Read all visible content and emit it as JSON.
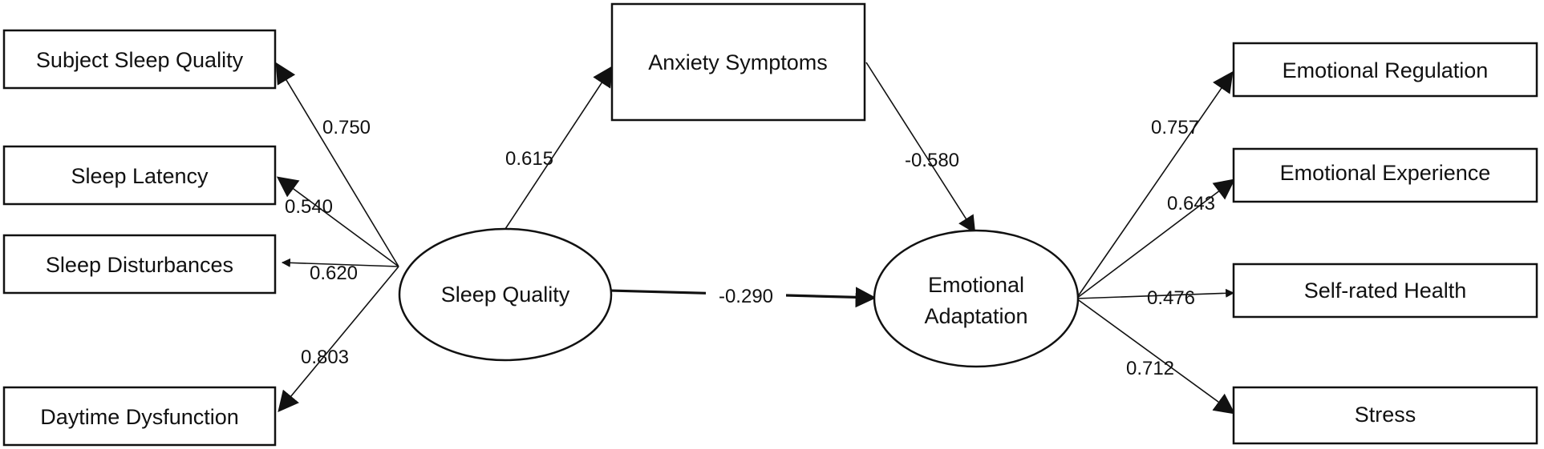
{
  "nodes": {
    "subject_sleep_quality": "Subject Sleep Quality",
    "sleep_latency": "Sleep Latency",
    "sleep_disturbances": "Sleep Disturbances",
    "daytime_dysfunction": "Daytime  Dysfunction",
    "anxiety_symptoms": "Anxiety Symptoms",
    "sleep_quality": "Sleep Quality",
    "emotional_adaptation_line1": "Emotional",
    "emotional_adaptation_line2": "Adaptation",
    "emotional_regulation": "Emotional Regulation",
    "emotional_experience": "Emotional Experience",
    "self_rated_health": "Self-rated Health",
    "stress": "Stress"
  },
  "coefficients": {
    "subject_sleep_quality": "0.750",
    "sleep_latency": "0.540",
    "sleep_disturbances": "0.620",
    "daytime_dysfunction": "0.803",
    "sleep_quality_to_anxiety": "0.615",
    "anxiety_to_emotional_adaptation": "-0.580",
    "sleep_quality_to_emotional_adaptation": "-0.290",
    "emotional_regulation": "0.757",
    "emotional_experience": "0.643",
    "self_rated_health": "0.476",
    "stress": "0.712"
  }
}
